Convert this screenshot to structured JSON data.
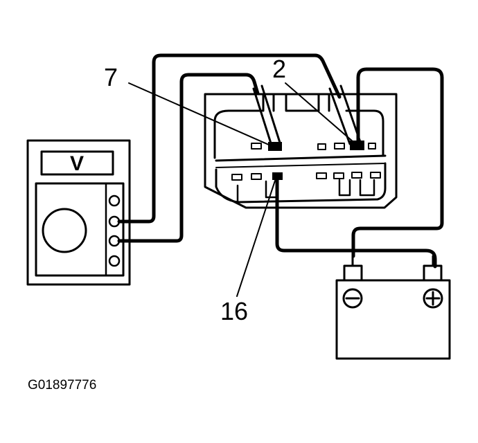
{
  "labels": {
    "pin_7": "7",
    "pin_2": "2",
    "pin_16": "16",
    "meter_display": "V",
    "figure_id": "G01897776"
  },
  "icons": {
    "negative_terminal": "minus-icon",
    "positive_terminal": "plus-icon"
  },
  "colors": {
    "ink": "#000000",
    "paper": "#ffffff"
  }
}
